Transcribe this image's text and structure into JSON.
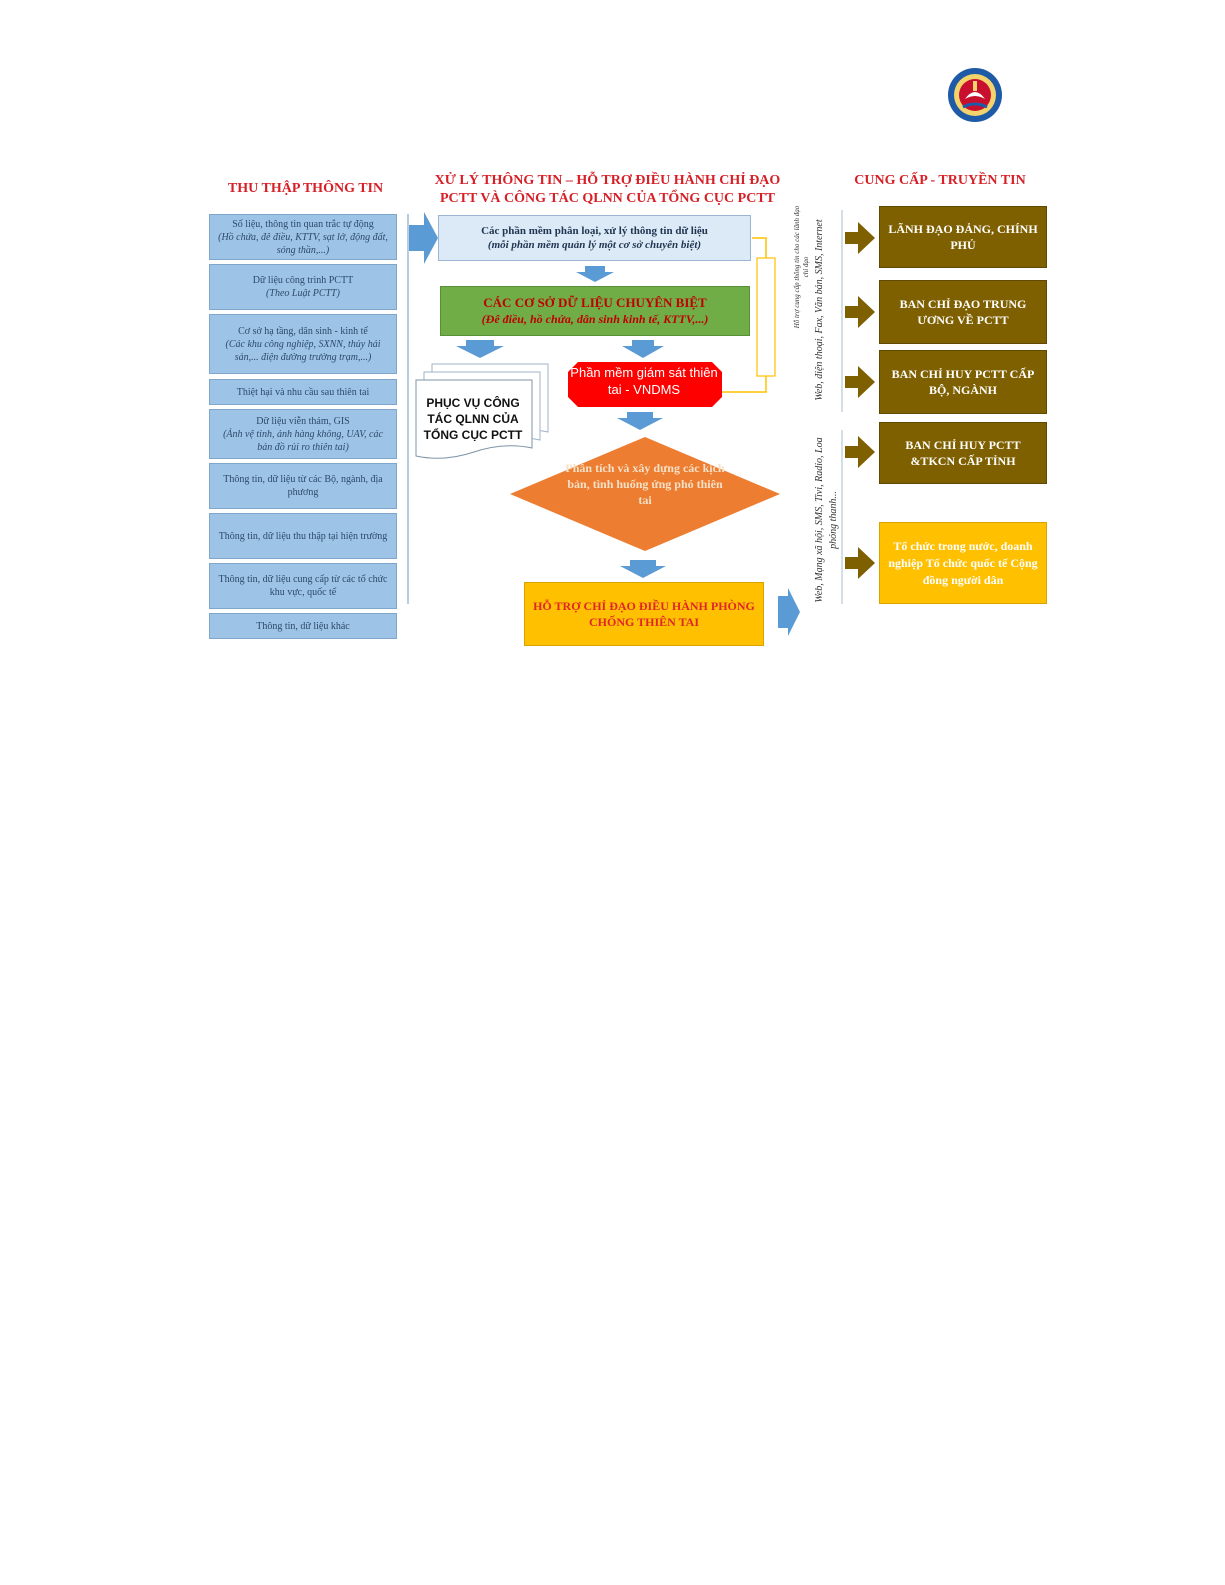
{
  "columns": {
    "left_title": "THU THẬP THÔNG TIN",
    "mid_title": "XỬ LÝ THÔNG TIN – HỖ TRỢ ĐIỀU HÀNH CHỈ ĐẠO PCTT VÀ CÔNG TÁC QLNN CỦA TỔNG CỤC PCTT",
    "right_title": "CUNG CẤP - TRUYỀN TIN"
  },
  "inputs": [
    {
      "title": "Số liệu, thông tin quan trắc tự động",
      "sub": "(Hồ chứa, đê điều, KTTV, sạt lở, động đất, sóng thần,...)"
    },
    {
      "title": "Dữ liệu công trình PCTT",
      "sub": "(Theo Luật PCTT)"
    },
    {
      "title": "Cơ sở hạ tầng, dân sinh - kinh tế",
      "sub": "(Các khu công nghiệp, SXNN, thủy hải sản,... điện đường trường trạm,...)"
    },
    {
      "title": "Thiệt hại và nhu cầu sau thiên tai",
      "sub": ""
    },
    {
      "title": "Dữ liệu viễn thám, GIS",
      "sub": "(Ảnh vệ tinh, ảnh hàng không, UAV, các bản đồ rủi ro thiên tai)"
    },
    {
      "title": "Thông tin, dữ liệu từ các Bộ, ngành, địa phương",
      "sub": ""
    },
    {
      "title": "Thông tin, dữ liệu thu thập tại hiện trường",
      "sub": ""
    },
    {
      "title": "Thông tin, dữ liệu cung cấp từ các tổ chức khu vực, quốc tế",
      "sub": ""
    },
    {
      "title": "Thông tin, dữ liệu khác",
      "sub": ""
    }
  ],
  "process": {
    "software_title": "Các phần mềm phân loại, xử lý thông tin dữ liệu",
    "software_sub": "(mỗi phần mềm quản lý một cơ sở chuyên biệt)",
    "db_title": "CÁC CƠ SỞ DỮ LIỆU CHUYÊN BIỆT",
    "db_sub": "(Đê điều, hồ chứa, dân sinh kinh tế, KTTV,...)",
    "serve": "PHỤC VỤ CÔNG TÁC QLNN CỦA TỔNG CỤC PCTT",
    "vndms": "Phần mềm giám sát thiên tai - VNDMS",
    "analysis": "Phân tích và xây dựng các kịch bản, tình huống ứng phó thiên tai",
    "support": "HỖ TRỢ CHỈ ĐẠO ĐIỀU HÀNH PHÒNG CHỐNG THIÊN TAI",
    "side_note": "Hỗ trợ cung cấp thông tin cho các lãnh đạo chỉ đạo"
  },
  "channels": {
    "top": "Web, điện thoại, Fax, Văn bản, SMS, Internet",
    "bottom": "Web, Mạng xã hội, SMS, Tivi, Radio, Loa phóng thanh..."
  },
  "outputs": [
    "LÃNH ĐẠO ĐẢNG, CHÍNH PHỦ",
    "BAN CHỈ ĐẠO TRUNG ƯƠNG VỀ PCTT",
    "BAN CHỈ HUY PCTT CẤP BỘ, NGÀNH",
    "BAN CHỈ HUY PCTT &TKCN CẤP TỈNH",
    "Tổ chức trong nước, doanh nghiệp Tổ chức quốc tế Cộng đồng người dân"
  ],
  "colors": {
    "title_red": "#d61f26",
    "input_blue": "#9dc3e6",
    "db_green": "#70ad47",
    "vndms_red": "#ff0000",
    "diamond_orange": "#ed7d31",
    "support_yellow": "#ffc000",
    "out_brown": "#7f6000",
    "arrow_blue": "#5b9bd5",
    "arrow_olive": "#7f6000"
  }
}
